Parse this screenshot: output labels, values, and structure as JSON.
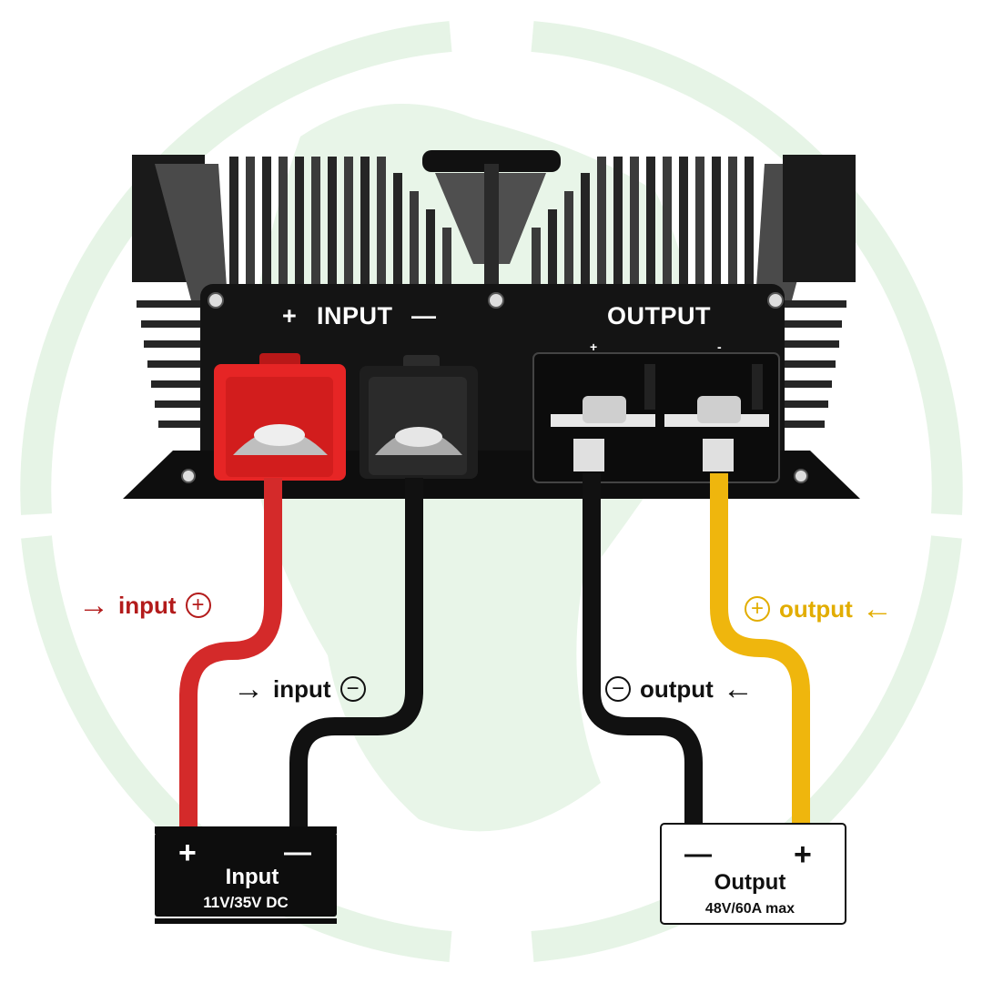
{
  "panel": {
    "input_plus": "+",
    "input_title": "INPUT",
    "input_minus": "—",
    "output_title": "OUTPUT",
    "output_plus_mark": "+",
    "output_minus_mark": "-"
  },
  "wire_labels": {
    "input_pos": {
      "text": "input",
      "arrow": "→",
      "symbol": "+"
    },
    "input_neg": {
      "text": "input",
      "arrow": "→",
      "symbol": "−"
    },
    "output_pos": {
      "text": "output",
      "arrow": "←",
      "symbol": "+"
    },
    "output_neg": {
      "text": "output",
      "arrow": "←",
      "symbol": "−"
    }
  },
  "input_box": {
    "plus": "+",
    "minus": "—",
    "title": "Input",
    "spec": "11V/35V DC"
  },
  "output_box": {
    "minus": "—",
    "plus": "+",
    "title": "Output",
    "spec": "48V/60A max"
  },
  "colors": {
    "input_positive": "#d42a2a",
    "input_label": "#b31b1b",
    "negative": "#111111",
    "output_positive": "#efb60d",
    "output_label": "#e2ad00",
    "watermark": "#e6f4e6",
    "housing": "#141414"
  }
}
